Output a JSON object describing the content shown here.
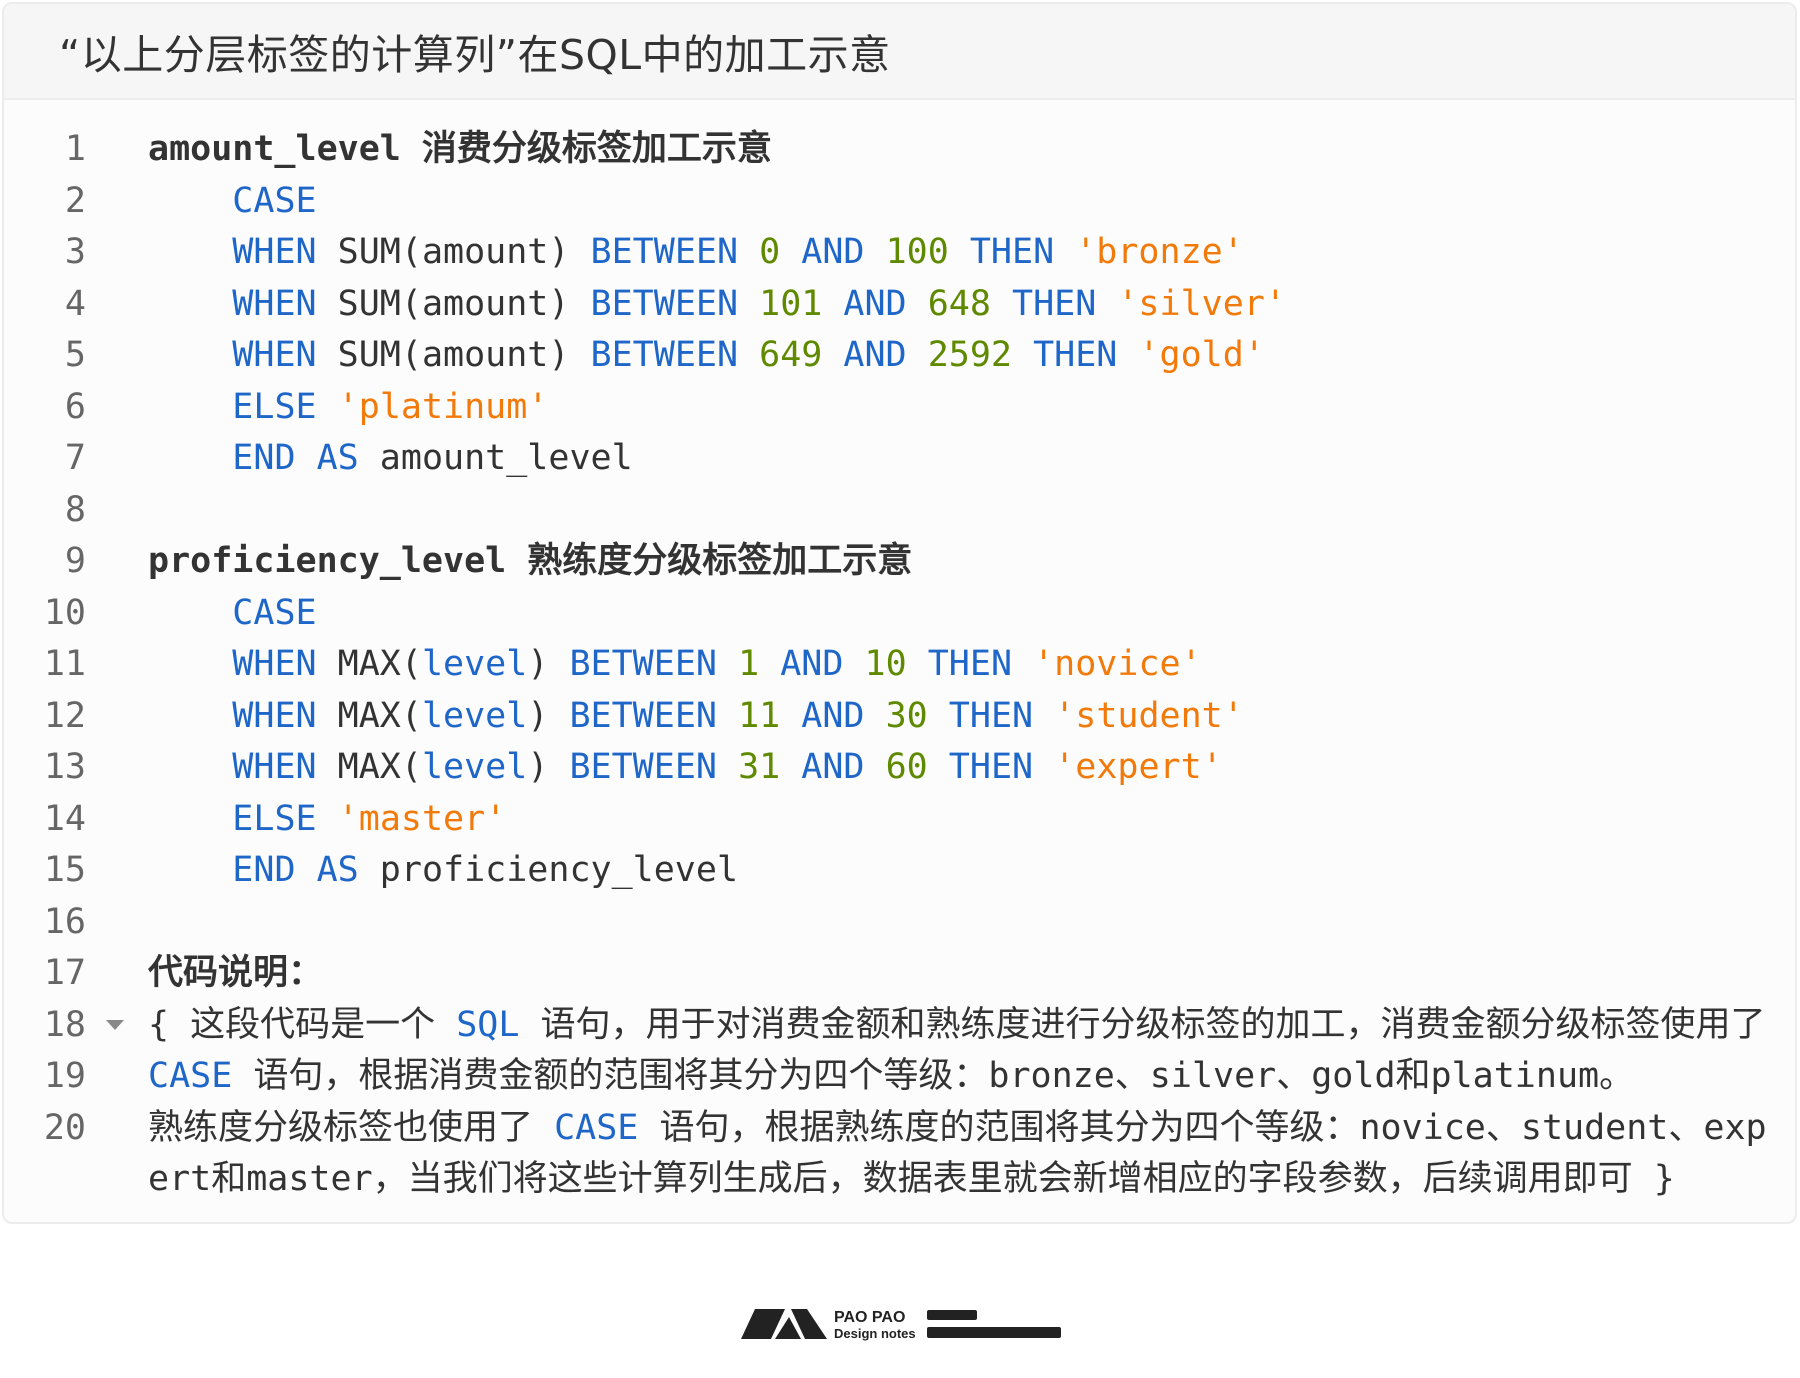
{
  "title": "“以上分层标签的计算列”在SQL中的加工示意",
  "colors": {
    "keyword": "#1f66c9",
    "number": "#5f8a00",
    "string": "#f27a0a",
    "text": "#333333"
  },
  "code_lines": [
    {
      "n": "1",
      "tokens": [
        {
          "t": "amount_level 消费分级标签加工示意",
          "c": "b"
        }
      ]
    },
    {
      "n": "2",
      "tokens": [
        {
          "t": "    ",
          "c": "p"
        },
        {
          "t": "CASE",
          "c": "k"
        }
      ]
    },
    {
      "n": "3",
      "tokens": [
        {
          "t": "    ",
          "c": "p"
        },
        {
          "t": "WHEN",
          "c": "k"
        },
        {
          "t": " SUM(amount) ",
          "c": "p"
        },
        {
          "t": "BETWEEN",
          "c": "k"
        },
        {
          "t": " ",
          "c": "p"
        },
        {
          "t": "0",
          "c": "n"
        },
        {
          "t": " AND ",
          "c": "k"
        },
        {
          "t": "100",
          "c": "n"
        },
        {
          "t": " THEN ",
          "c": "k"
        },
        {
          "t": "'bronze'",
          "c": "s"
        }
      ]
    },
    {
      "n": "4",
      "tokens": [
        {
          "t": "    ",
          "c": "p"
        },
        {
          "t": "WHEN",
          "c": "k"
        },
        {
          "t": " SUM(amount) ",
          "c": "p"
        },
        {
          "t": "BETWEEN",
          "c": "k"
        },
        {
          "t": " ",
          "c": "p"
        },
        {
          "t": "101",
          "c": "n"
        },
        {
          "t": " AND ",
          "c": "k"
        },
        {
          "t": "648",
          "c": "n"
        },
        {
          "t": " THEN ",
          "c": "k"
        },
        {
          "t": "'silver'",
          "c": "s"
        }
      ]
    },
    {
      "n": "5",
      "tokens": [
        {
          "t": "    ",
          "c": "p"
        },
        {
          "t": "WHEN",
          "c": "k"
        },
        {
          "t": " SUM(amount) ",
          "c": "p"
        },
        {
          "t": "BETWEEN",
          "c": "k"
        },
        {
          "t": " ",
          "c": "p"
        },
        {
          "t": "649",
          "c": "n"
        },
        {
          "t": " AND ",
          "c": "k"
        },
        {
          "t": "2592",
          "c": "n"
        },
        {
          "t": " THEN ",
          "c": "k"
        },
        {
          "t": "'gold'",
          "c": "s"
        }
      ]
    },
    {
      "n": "6",
      "tokens": [
        {
          "t": "    ",
          "c": "p"
        },
        {
          "t": "ELSE",
          "c": "k"
        },
        {
          "t": " ",
          "c": "p"
        },
        {
          "t": "'platinum'",
          "c": "s"
        }
      ]
    },
    {
      "n": "7",
      "tokens": [
        {
          "t": "    ",
          "c": "p"
        },
        {
          "t": "END AS",
          "c": "k"
        },
        {
          "t": " amount_level",
          "c": "p"
        }
      ]
    },
    {
      "n": "8",
      "tokens": []
    },
    {
      "n": "9",
      "tokens": [
        {
          "t": "proficiency_level 熟练度分级标签加工示意",
          "c": "b"
        }
      ]
    },
    {
      "n": "10",
      "tokens": [
        {
          "t": "    ",
          "c": "p"
        },
        {
          "t": "CASE",
          "c": "k"
        }
      ]
    },
    {
      "n": "11",
      "tokens": [
        {
          "t": "    ",
          "c": "p"
        },
        {
          "t": "WHEN",
          "c": "k"
        },
        {
          "t": " MAX(",
          "c": "p"
        },
        {
          "t": "level",
          "c": "k"
        },
        {
          "t": ") ",
          "c": "p"
        },
        {
          "t": "BETWEEN",
          "c": "k"
        },
        {
          "t": " ",
          "c": "p"
        },
        {
          "t": "1",
          "c": "n"
        },
        {
          "t": " AND ",
          "c": "k"
        },
        {
          "t": "10",
          "c": "n"
        },
        {
          "t": " THEN ",
          "c": "k"
        },
        {
          "t": "'novice'",
          "c": "s"
        }
      ]
    },
    {
      "n": "12",
      "tokens": [
        {
          "t": "    ",
          "c": "p"
        },
        {
          "t": "WHEN",
          "c": "k"
        },
        {
          "t": " MAX(",
          "c": "p"
        },
        {
          "t": "level",
          "c": "k"
        },
        {
          "t": ") ",
          "c": "p"
        },
        {
          "t": "BETWEEN",
          "c": "k"
        },
        {
          "t": " ",
          "c": "p"
        },
        {
          "t": "11",
          "c": "n"
        },
        {
          "t": " AND ",
          "c": "k"
        },
        {
          "t": "30",
          "c": "n"
        },
        {
          "t": " THEN ",
          "c": "k"
        },
        {
          "t": "'student'",
          "c": "s"
        }
      ]
    },
    {
      "n": "13",
      "tokens": [
        {
          "t": "    ",
          "c": "p"
        },
        {
          "t": "WHEN",
          "c": "k"
        },
        {
          "t": " MAX(",
          "c": "p"
        },
        {
          "t": "level",
          "c": "k"
        },
        {
          "t": ") ",
          "c": "p"
        },
        {
          "t": "BETWEEN",
          "c": "k"
        },
        {
          "t": " ",
          "c": "p"
        },
        {
          "t": "31",
          "c": "n"
        },
        {
          "t": " AND ",
          "c": "k"
        },
        {
          "t": "60",
          "c": "n"
        },
        {
          "t": " THEN ",
          "c": "k"
        },
        {
          "t": "'expert'",
          "c": "s"
        }
      ]
    },
    {
      "n": "14",
      "tokens": [
        {
          "t": "    ",
          "c": "p"
        },
        {
          "t": "ELSE",
          "c": "k"
        },
        {
          "t": " ",
          "c": "p"
        },
        {
          "t": "'master'",
          "c": "s"
        }
      ]
    },
    {
      "n": "15",
      "tokens": [
        {
          "t": "    ",
          "c": "p"
        },
        {
          "t": "END AS",
          "c": "k"
        },
        {
          "t": " proficiency_level",
          "c": "p"
        }
      ]
    },
    {
      "n": "16",
      "tokens": []
    },
    {
      "n": "17",
      "tokens": [
        {
          "t": "代码说明：",
          "c": "b"
        }
      ]
    },
    {
      "n": "18",
      "fold": true,
      "tokens": [
        {
          "t": "{ 这段代码是一个 ",
          "c": "p"
        },
        {
          "t": "SQL",
          "c": "k"
        },
        {
          "t": " 语句，用于对消费金额和熟练度进行分级标签的加工，消费金额分级标签使用了",
          "c": "p"
        }
      ]
    },
    {
      "n": "19",
      "tokens": [
        {
          "t": "CASE",
          "c": "k"
        },
        {
          "t": " 语句，根据消费金额的范围将其分为四个等级：bronze、silver、gold和platinum。",
          "c": "p"
        }
      ]
    },
    {
      "n": "20",
      "tokens": [
        {
          "t": "熟练度分级标签也使用了 ",
          "c": "p"
        },
        {
          "t": "CASE",
          "c": "k"
        },
        {
          "t": " 语句，根据熟练度的范围将其分为四个等级：novice、student、exp",
          "c": "p"
        }
      ]
    },
    {
      "n": "",
      "tokens": [
        {
          "t": "ert和master，当我们将这些计算列生成后，数据表里就会新增相应的字段参数，后续调用即可 }",
          "c": "p"
        }
      ]
    }
  ],
  "logo": {
    "line1": "PAO PAO",
    "line2": "Design notes"
  }
}
